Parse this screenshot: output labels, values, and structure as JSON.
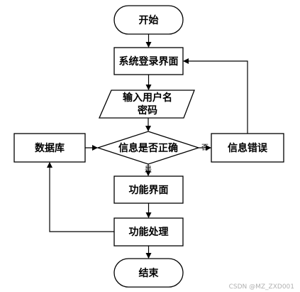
{
  "nodes": {
    "start": "开始",
    "login_screen": "系统登录界面",
    "input_line1": "输入用户名",
    "input_line2": "密码",
    "check": "信息是否正确",
    "database": "数据库",
    "error": "信息错误",
    "function_screen": "功能界面",
    "function_process": "功能处理",
    "end": "结束"
  },
  "edge_labels": {
    "yes": "是",
    "no": "否"
  },
  "watermark": "CSDN @MZ_ZXD001"
}
